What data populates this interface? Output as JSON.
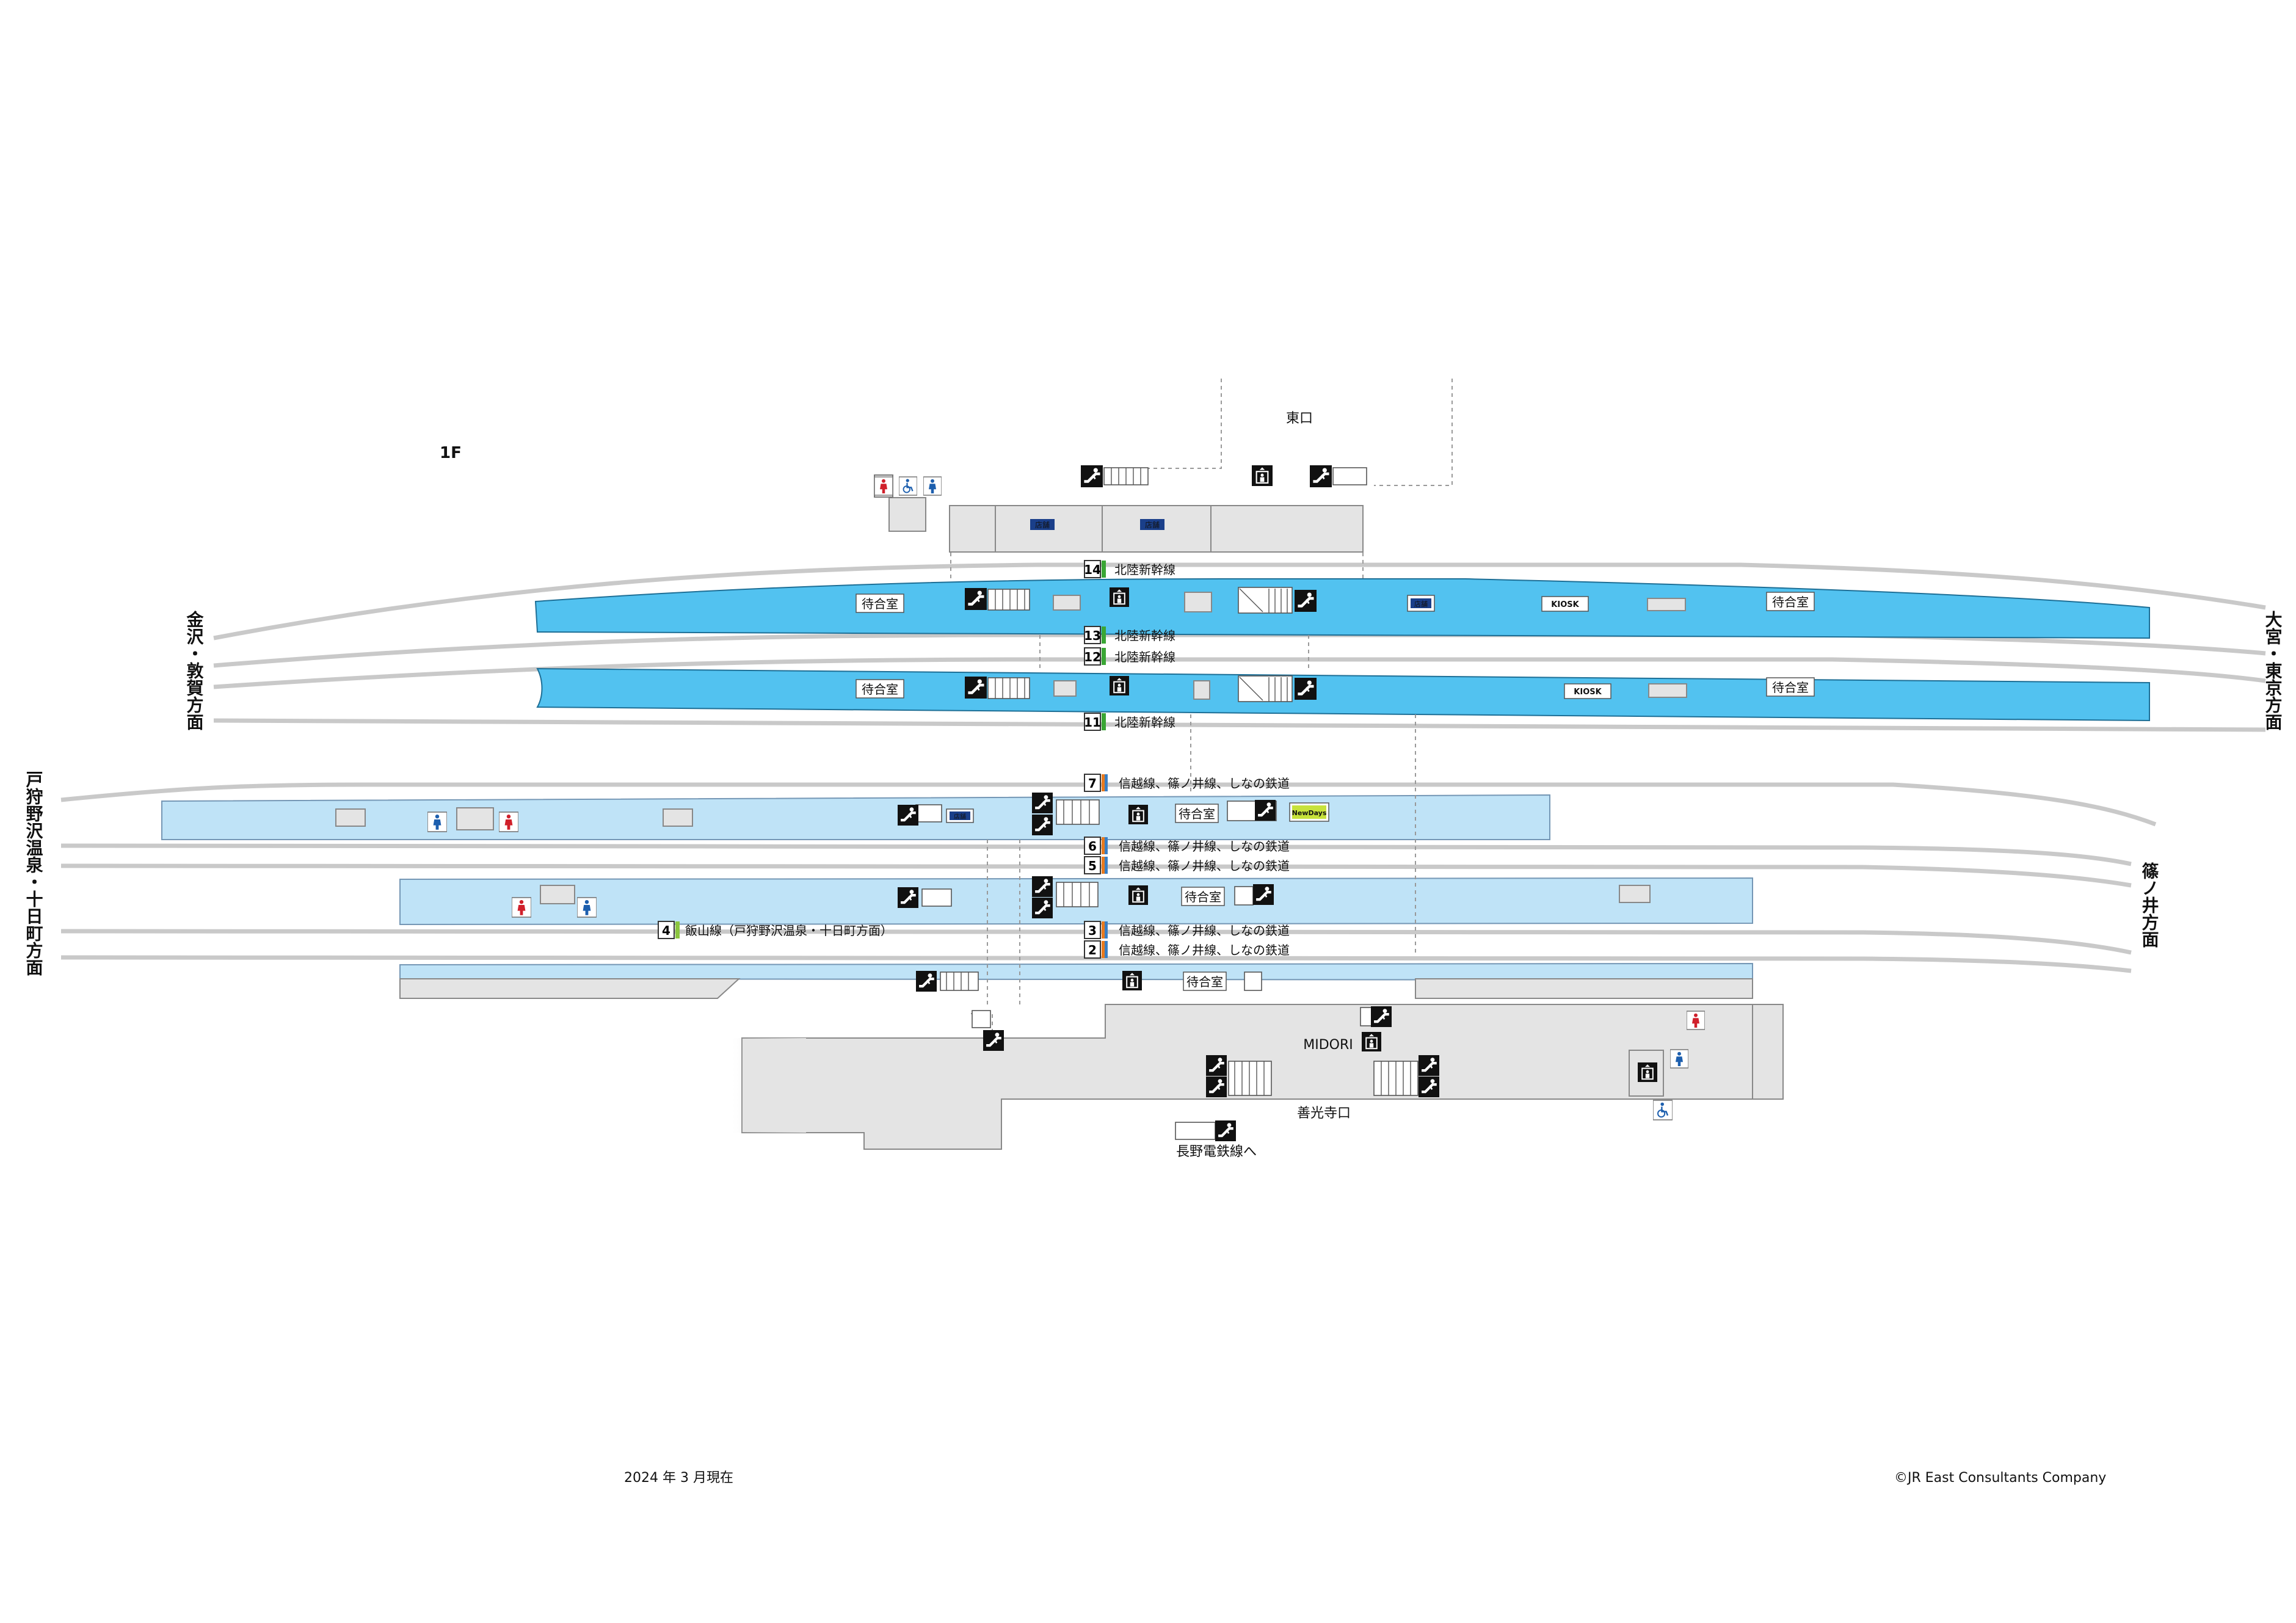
{
  "floor_label": "1F",
  "east_exit": "東口",
  "west_exit": "善光寺口",
  "nagaden": "長野電鉄線へ",
  "midori": "MIDORI",
  "waiting_room": "待合室",
  "kiosk": "KIOSK",
  "shop": "店舗",
  "newdays": "NewDays",
  "directions": {
    "left_upper": "金沢・敦賀方面",
    "right_upper": "大宮・東京方面",
    "left_lower": "戸狩野沢温泉・十日町方面",
    "right_lower": "篠ノ井方面"
  },
  "tracks": [
    {
      "num": "14",
      "line": "北陸新幹線"
    },
    {
      "num": "13",
      "line": "北陸新幹線"
    },
    {
      "num": "12",
      "line": "北陸新幹線"
    },
    {
      "num": "11",
      "line": "北陸新幹線"
    },
    {
      "num": "7",
      "line": "信越線、篠ノ井線、しなの鉄道"
    },
    {
      "num": "6",
      "line": "信越線、篠ノ井線、しなの鉄道"
    },
    {
      "num": "5",
      "line": "信越線、篠ノ井線、しなの鉄道"
    },
    {
      "num": "3",
      "line": "信越線、篠ノ井線、しなの鉄道"
    },
    {
      "num": "2",
      "line": "信越線、篠ノ井線、しなの鉄道"
    },
    {
      "num": "4",
      "line": "飯山線（戸狩野沢温泉・十日町方面）"
    }
  ],
  "footer": {
    "date": "2024 年 3 月現在",
    "copyright": "©JR East Consultants Company"
  },
  "colors": {
    "shinkansen_platform": "#52c2f0",
    "conventional_platform": "#bfe3f7",
    "track": "#c9c9c9",
    "concourse": "#e4e4e4",
    "shinkansen_line": "#3aa635",
    "conventional_line": "#e87a1e"
  }
}
